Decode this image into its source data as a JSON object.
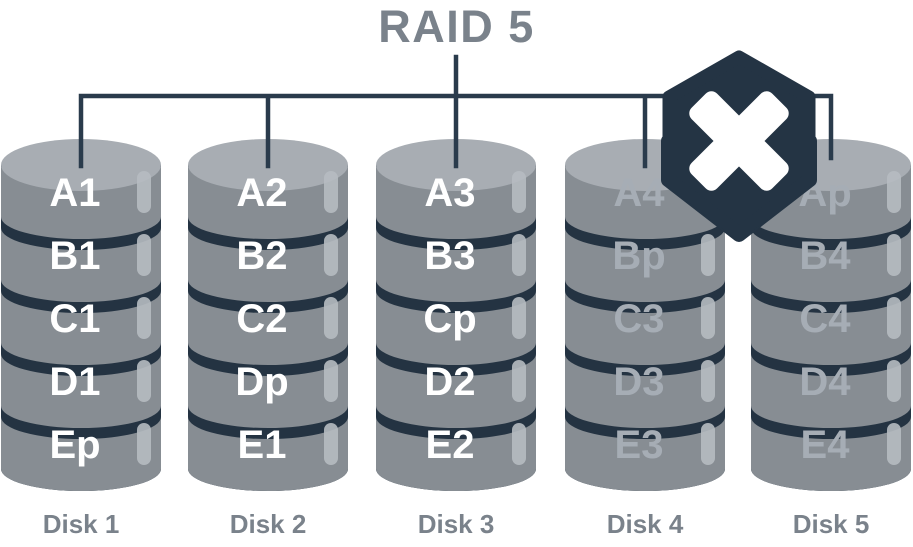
{
  "title": "RAID 5",
  "disks": [
    {
      "name": "Disk 1",
      "segments": [
        "A1",
        "B1",
        "C1",
        "D1",
        "Ep"
      ],
      "text_faded": false
    },
    {
      "name": "Disk 2",
      "segments": [
        "A2",
        "B2",
        "C2",
        "Dp",
        "E1"
      ],
      "text_faded": false
    },
    {
      "name": "Disk 3",
      "segments": [
        "A3",
        "B3",
        "Cp",
        "D2",
        "E2"
      ],
      "text_faded": false
    },
    {
      "name": "Disk 4",
      "segments": [
        "A4",
        "Bp",
        "C3",
        "D3",
        "E3"
      ],
      "text_faded": true
    },
    {
      "name": "Disk 5",
      "segments": [
        "Ap",
        "B4",
        "C4",
        "D4",
        "E4"
      ],
      "text_faded": true
    }
  ],
  "badge": {
    "shape": "hexagon",
    "icon": "x-cross-icon",
    "overlaid_on": "Disk 4 / Disk 5 tops"
  },
  "colors": {
    "background": "#ffffff",
    "heading_text": "#7a828b",
    "disk_body": "#878d93",
    "disk_top_ellipse": "#a8adb3",
    "disk_separator": "#243342",
    "segment_text": "#ffffff",
    "segment_text_faded": "#a6adb5",
    "highlight_pill": "#b6bbc1",
    "connector_line": "#2a3b4c",
    "badge_fill": "#243444",
    "badge_icon": "#ffffff"
  }
}
